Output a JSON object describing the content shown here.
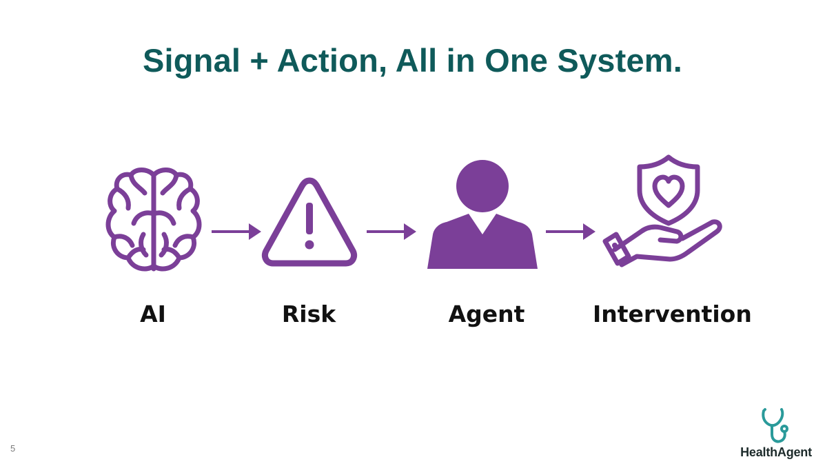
{
  "slide": {
    "title": "Signal + Action, All in One System.",
    "number": "5"
  },
  "steps": [
    {
      "label": "AI",
      "icon": "brain-icon"
    },
    {
      "label": "Risk",
      "icon": "warning-triangle-icon"
    },
    {
      "label": "Agent",
      "icon": "person-icon"
    },
    {
      "label": "Intervention",
      "icon": "hand-heart-shield-icon"
    }
  ],
  "logo": {
    "text": "HealthAgent",
    "icon": "stethoscope-icon"
  },
  "colors": {
    "title": "#0f5a5a",
    "accent": "#7b3f98",
    "logo_icon": "#2a9a9a",
    "label": "#111111"
  }
}
